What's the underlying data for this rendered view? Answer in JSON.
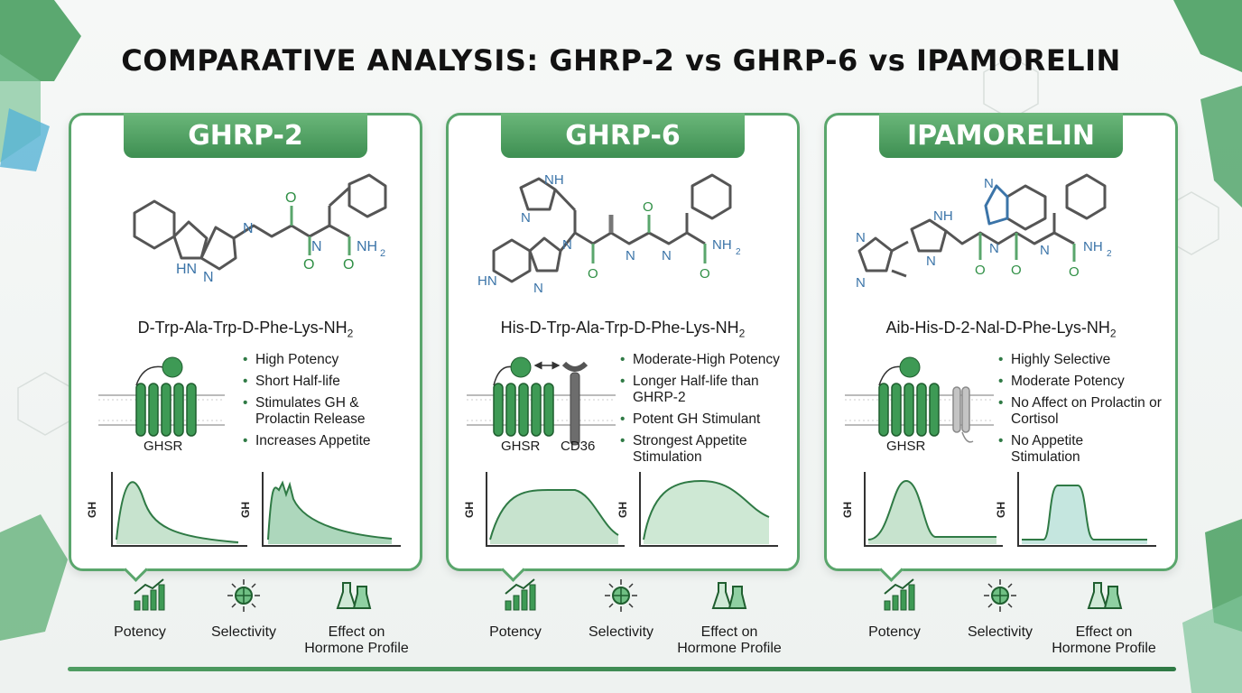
{
  "title": "COMPARATIVE ANALYSIS: GHRP-2 vs GHRP-6 vs IPAMORELIN",
  "accent_color": "#3e8f52",
  "panels": [
    {
      "name": "GHRP-2",
      "sequence": "D-Trp-Ala-Trp-D-Phe-Lys-NH",
      "sequence_sub": "2",
      "receptor_labels": [
        "GHSR"
      ],
      "properties": [
        "High Potency",
        "Short Half-life",
        "Stimulates GH & Prolactin Release",
        "Increases Appetite"
      ],
      "axis_label": "GH"
    },
    {
      "name": "GHRP-6",
      "sequence": "His-D-Trp-Ala-Trp-D-Phe-Lys-NH",
      "sequence_sub": "2",
      "receptor_labels": [
        "GHSR",
        "CD36"
      ],
      "properties": [
        "Moderate-High Potency",
        "Longer Half-life than GHRP-2",
        "Potent GH Stimulant",
        "Strongest Appetite Stimulation"
      ],
      "axis_label": "GH"
    },
    {
      "name": "IPAMORELIN",
      "sequence": "Aib-His-D-2-Nal-D-Phe-Lys-NH",
      "sequence_sub": "2",
      "receptor_labels": [
        "GHSR"
      ],
      "properties": [
        "Highly Selective",
        "Moderate Potency",
        "No Affect on Prolactin or Cortisol",
        "No Appetite Stimulation"
      ],
      "axis_label": "GH"
    }
  ],
  "molecule_labels": {
    "n": "N",
    "hn": "HN",
    "o": "O",
    "nh": "NH",
    "nh2": "NH",
    "nh2_sub": "2"
  },
  "footer": {
    "potency": "Potency",
    "selectivity": "Selectivity",
    "effect": "Effect on Hormone Profile"
  },
  "icons": [
    "bar-chart-icon",
    "selectivity-icon",
    "flask-icon",
    "gpcr-receptor-icon"
  ]
}
